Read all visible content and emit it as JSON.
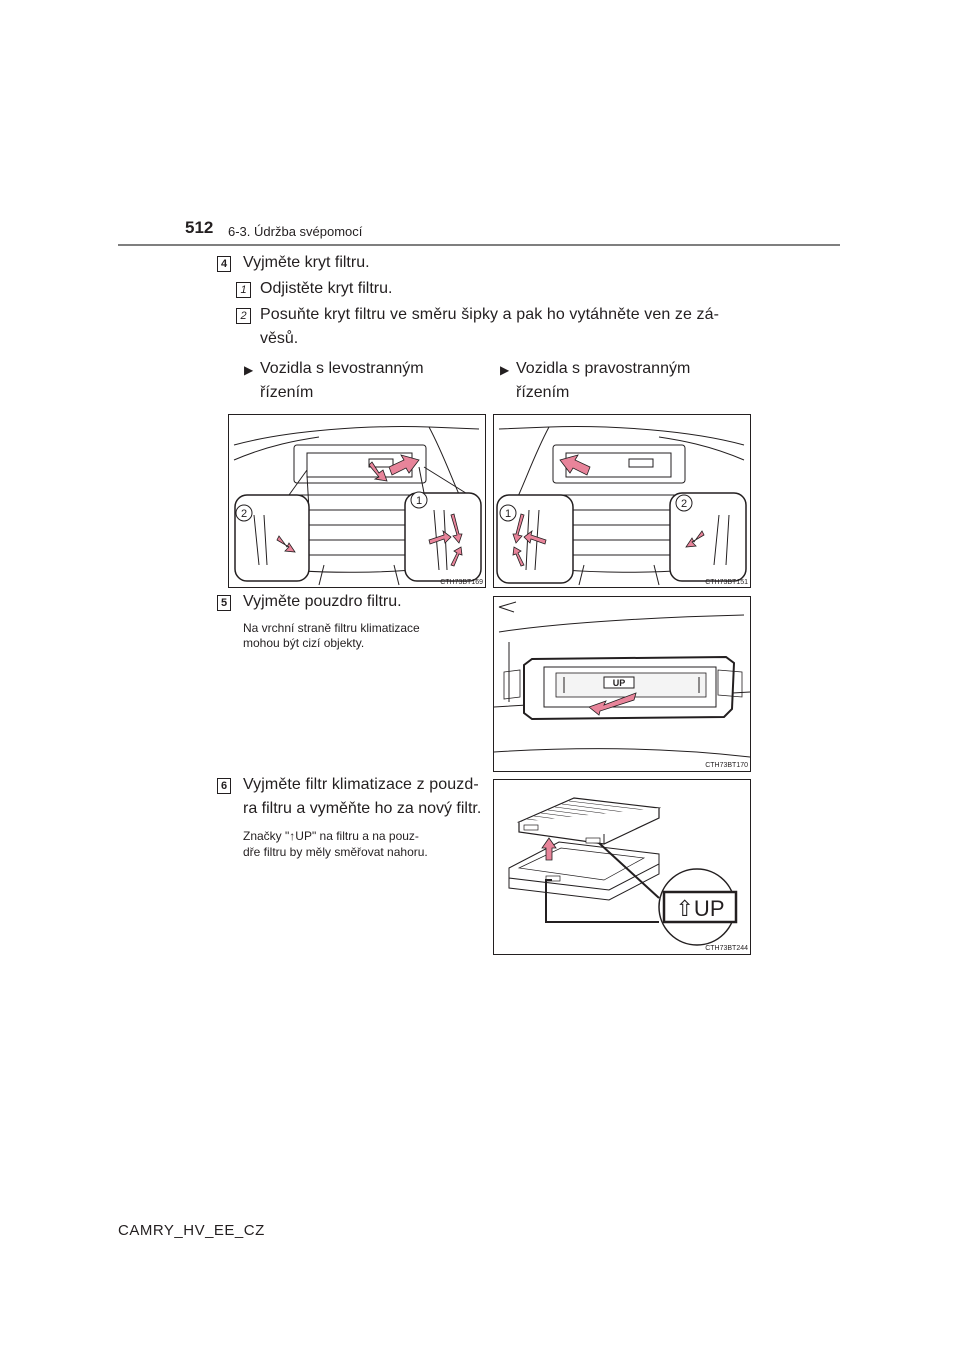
{
  "header": {
    "page_number": "512",
    "section": "6-3. Údržba svépomocí"
  },
  "step4": {
    "number": "4",
    "title": "Vyjměte kryt filtru.",
    "sub": [
      {
        "number": "1",
        "text": "Odjistěte kryt filtru."
      },
      {
        "number": "2",
        "text_line1": "Posuňte kryt filtru ve směru šipky a pak ho vytáhněte ven ze zá-",
        "text_line2": "věsů."
      }
    ],
    "variants": [
      {
        "line1": "Vozidla s levostranným",
        "line2": "řízením"
      },
      {
        "line1": "Vozidla s pravostranným",
        "line2": "řízením"
      }
    ],
    "figures": [
      {
        "caption": "CTH73BT169",
        "callouts": [
          "2",
          "1"
        ]
      },
      {
        "caption": "CTH73BT151",
        "callouts": [
          "1",
          "2"
        ]
      }
    ]
  },
  "step5": {
    "number": "5",
    "title": "Vyjměte pouzdro filtru.",
    "note_line1": "Na vrchní straně filtru klimatizace",
    "note_line2": "mohou být cizí objekty.",
    "figure": {
      "caption": "CTH73BT170",
      "label": "UP"
    }
  },
  "step6": {
    "number": "6",
    "title_line1": "Vyjměte filtr klimatizace z pouzd-",
    "title_line2": "ra filtru a vyměňte ho za nový filtr.",
    "note_line1": "Značky \"↑UP\" na filtru a na pouz-",
    "note_line2": "dře filtru by měly směřovat nahoru.",
    "figure": {
      "caption": "CTH73BT244",
      "label": "⇧UP"
    }
  },
  "footer": {
    "code": "CAMRY_HV_EE_CZ"
  }
}
